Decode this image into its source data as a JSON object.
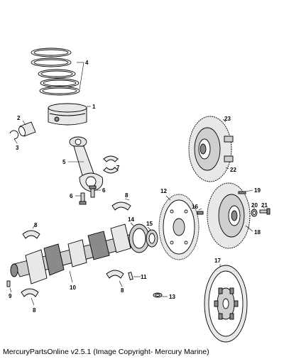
{
  "labels": {
    "p1": "1",
    "p2": "2",
    "p3": "3",
    "p4": "4",
    "p5": "5",
    "p6a": "6",
    "p6b": "6",
    "p7": "7",
    "p8a": "8",
    "p8b": "8",
    "p8c": "8",
    "p8d": "8",
    "p9": "9",
    "p10": "10",
    "p11": "11",
    "p12": "12",
    "p13": "13",
    "p14": "14",
    "p15": "15",
    "p16": "16",
    "p17": "17",
    "p18": "18",
    "p19": "19",
    "p20": "20",
    "p21": "21",
    "p22": "22",
    "p23": "23"
  },
  "footer": "MercuryPartsOnline v2.5.1 (Image Copyright- Mercury Marine)"
}
